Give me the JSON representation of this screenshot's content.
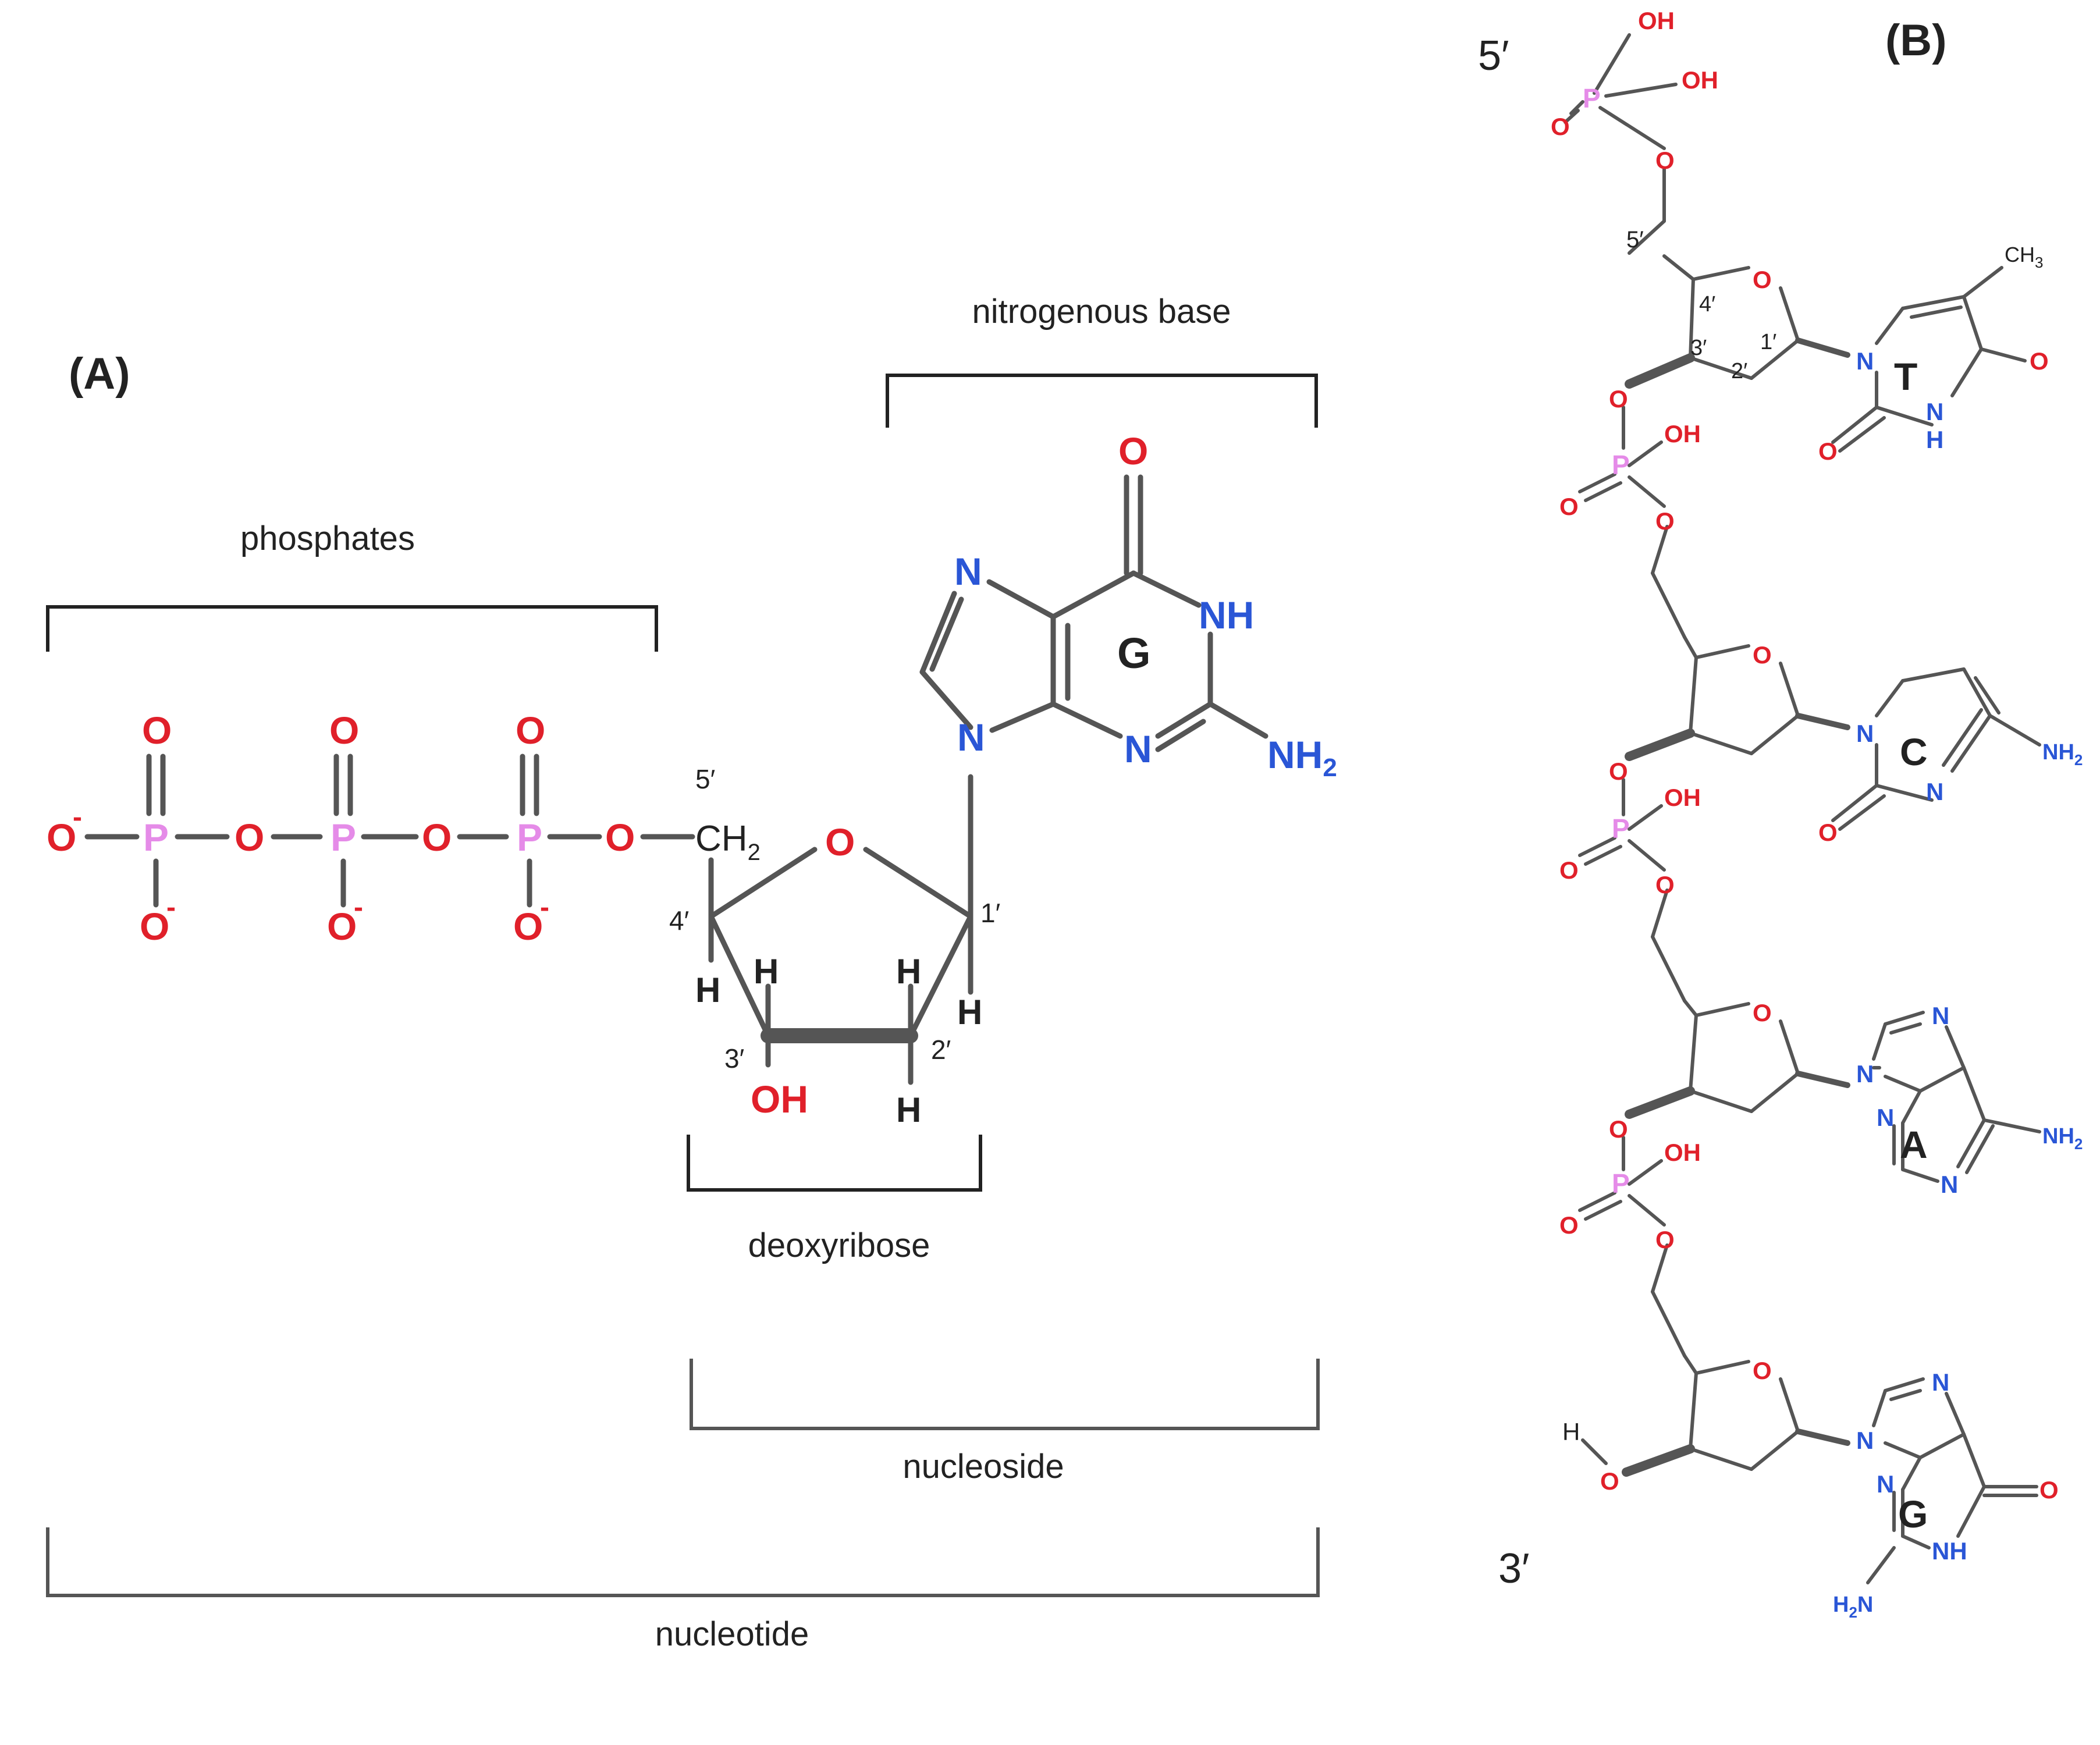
{
  "panel_a": {
    "label": "(A)",
    "brackets": {
      "phosphates": "phosphates",
      "base": "nitrogenous base",
      "sugar": "deoxyribose",
      "nucleoside": "nucleoside",
      "nucleotide": "nucleotide"
    },
    "atoms": {
      "o_minus": "O",
      "minus_sign": "-",
      "o": "O",
      "p": "P",
      "ch2": "CH",
      "sub2": "2",
      "h": "H",
      "oh": "OH",
      "n": "N",
      "nh": "NH",
      "nh2": "NH",
      "base_letter": "G"
    },
    "positions": {
      "p5": "5′",
      "p4": "4′",
      "p3": "3′",
      "p2": "2′",
      "p1": "1′"
    }
  },
  "panel_b": {
    "label": "(B)",
    "end5": "5′",
    "end3": "3′",
    "positions": {
      "p5": "5′",
      "p4": "4′",
      "p3": "3′",
      "p2": "2′",
      "p1": "1′"
    },
    "atoms": {
      "o": "O",
      "p": "P",
      "oh": "OH",
      "h": "H",
      "n": "N",
      "nh": "NH",
      "nh2": "NH",
      "h2n": "H",
      "h2n_n": "N",
      "sub2": "2",
      "ch3": "CH",
      "sub3": "3"
    },
    "bases": [
      "T",
      "C",
      "A",
      "G"
    ]
  },
  "colors": {
    "oxygen": "#e0202a",
    "nitrogen": "#2a56d6",
    "phosphorus": "#e58be8",
    "carbon_bond": "#555555",
    "text": "#222222"
  }
}
